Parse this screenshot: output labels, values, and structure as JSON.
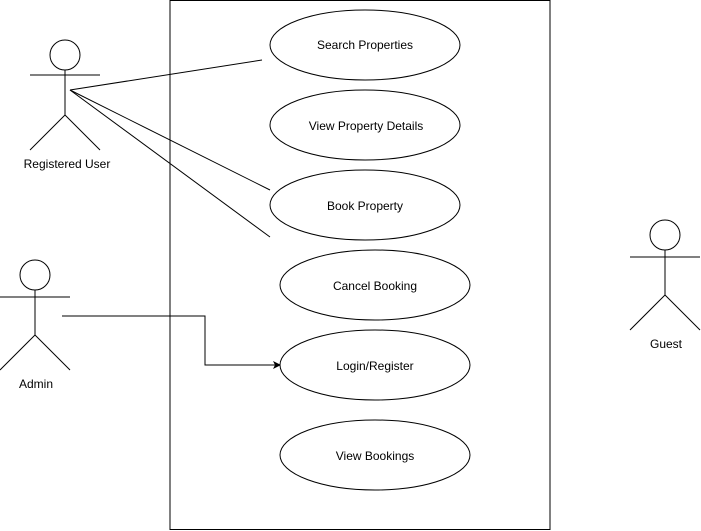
{
  "diagram": {
    "actors": [
      {
        "id": "registered-user",
        "label": "Registered User"
      },
      {
        "id": "admin",
        "label": "Admin"
      },
      {
        "id": "guest",
        "label": "Guest"
      }
    ],
    "use_cases": [
      {
        "id": "search-properties",
        "label": "Search Properties"
      },
      {
        "id": "view-property-details",
        "label": "View Property Details"
      },
      {
        "id": "book-property",
        "label": "Book Property"
      },
      {
        "id": "cancel-booking",
        "label": "Cancel Booking"
      },
      {
        "id": "login-register",
        "label": "Login/Register"
      },
      {
        "id": "view-bookings",
        "label": "View Bookings"
      }
    ],
    "colors": {
      "stroke": "#000000",
      "background": "#ffffff"
    }
  }
}
